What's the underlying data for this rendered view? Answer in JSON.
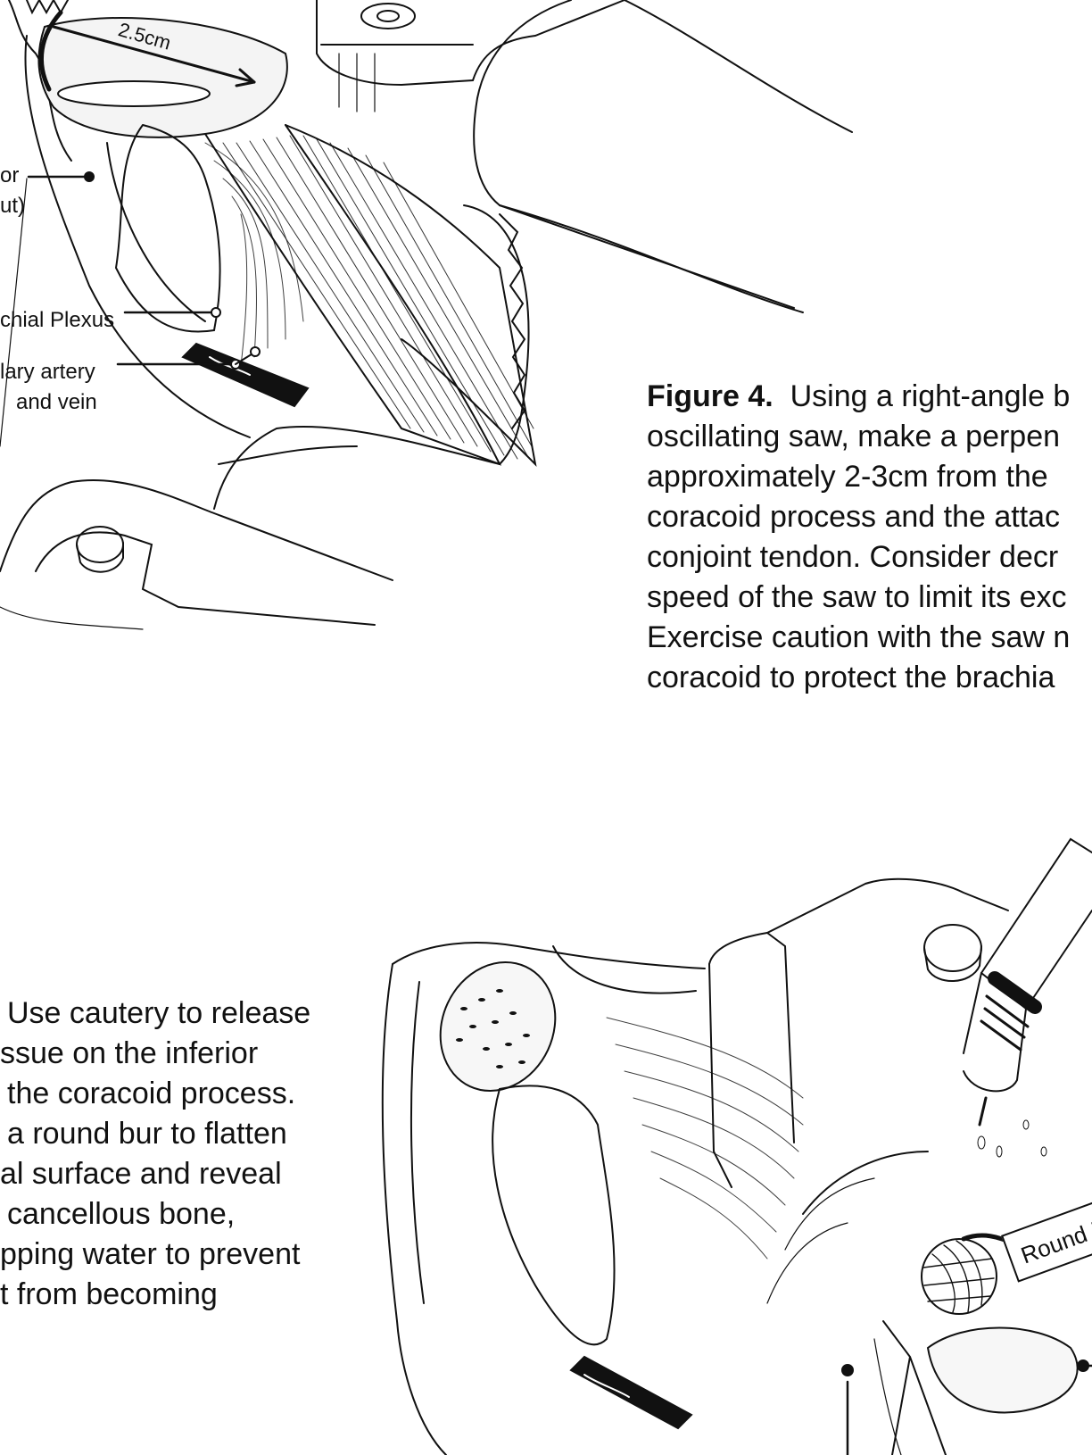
{
  "figure_top": {
    "labels": {
      "measure": "2.5cm",
      "pectoralis_fragment": [
        "or",
        "ut)"
      ],
      "brachial_plexus": "chial Plexus",
      "axillary_artery": [
        "lary artery",
        "and vein"
      ]
    },
    "caption": {
      "figure_label": "Figure 4.",
      "lines": [
        "Using a right-angle b",
        "oscillating saw, make a perpen",
        "approximately 2-3cm from the",
        "coracoid process and the attac",
        "conjoint tendon. Consider decr",
        "speed of the saw to limit its exc",
        "Exercise caution with the saw n",
        "coracoid to protect the brachia"
      ]
    }
  },
  "figure_bottom": {
    "caption": {
      "lines": [
        "Use cautery to release",
        "ssue on the inferior",
        "the coracoid process.",
        "a round bur to flatten",
        "al surface and reveal",
        "cancellous bone,",
        "pping water to prevent",
        "t from becoming"
      ]
    },
    "labels": {
      "round_bur": "Round B"
    }
  },
  "colors": {
    "ink": "#111111",
    "background": "#ffffff"
  }
}
